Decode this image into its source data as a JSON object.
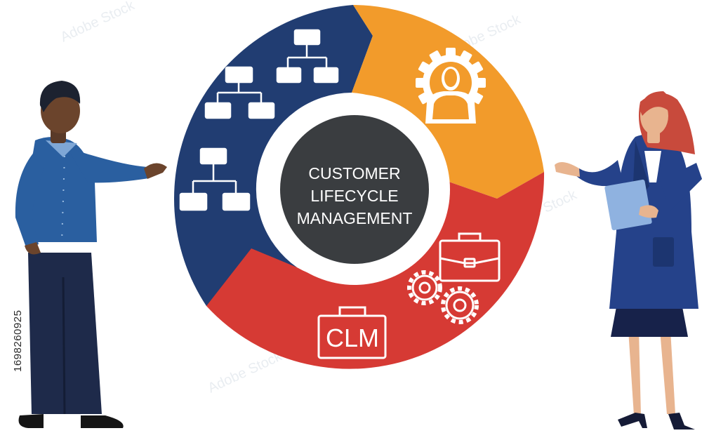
{
  "diagram": {
    "center_lines": [
      "CUSTOMER",
      "LIFECYCLE",
      "MANAGEMENT"
    ],
    "badge_label": "CLM",
    "stock_id": "1698260925",
    "watermark": "Adobe Stock",
    "colors": {
      "navy": "#213d72",
      "orange": "#f29b2b",
      "red": "#d63a34",
      "center": "#3a3d40",
      "white": "#ffffff"
    },
    "segments": [
      {
        "name": "navy-segment",
        "icon": "org-chart-icon"
      },
      {
        "name": "orange-segment",
        "icon": "user-gear-icon"
      },
      {
        "name": "red-segment",
        "icon": "briefcase-gears-clm-icon"
      }
    ],
    "figures": [
      "man-presenter",
      "woman-presenter-with-tablet"
    ]
  }
}
